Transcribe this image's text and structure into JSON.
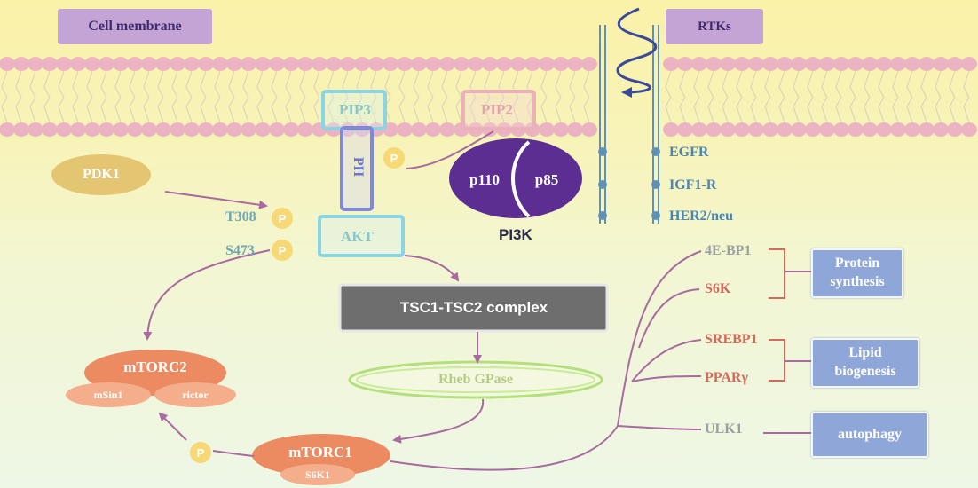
{
  "membrane": {
    "label": "Cell membrane"
  },
  "rtks": {
    "label": "RTKs",
    "receptors": [
      "EGFR",
      "IGF1-R",
      "HER2/neu"
    ]
  },
  "molecules": {
    "pip3": "PIP3",
    "pip2": "PIP2",
    "ph": "PH",
    "pdk1": "PDK1",
    "akt": "AKT",
    "t308": "T308",
    "s473": "S473",
    "phospho": "P",
    "pi3k": {
      "p110": "p110",
      "p85": "p85",
      "label": "PI3K"
    },
    "tsc": "TSC1-TSC2 complex",
    "rheb": "Rheb GPase",
    "mtorc2": {
      "label": "mTORC2",
      "msin1": "mSin1",
      "rictor": "rictor"
    },
    "mtorc1": {
      "label": "mTORC1",
      "s6k1": "S6K1"
    }
  },
  "targets": {
    "eb4": "4E-BP1",
    "s6k": "S6K",
    "srebp1": "SREBP1",
    "pparg": "PPARγ",
    "ulk1": "ULK1"
  },
  "functions": {
    "protein": [
      "Protein",
      "synthesis"
    ],
    "lipid": [
      "Lipid",
      "biogenesis"
    ],
    "autophagy": "autophagy"
  },
  "colors": {
    "arrow": "#a86aa0",
    "membrane_head": "#ecb4c2",
    "pi3k": "#5c2e92",
    "mtor": "#ec8a62",
    "tsc": "#6e6e6e",
    "function_box": "#8ea6d8"
  }
}
